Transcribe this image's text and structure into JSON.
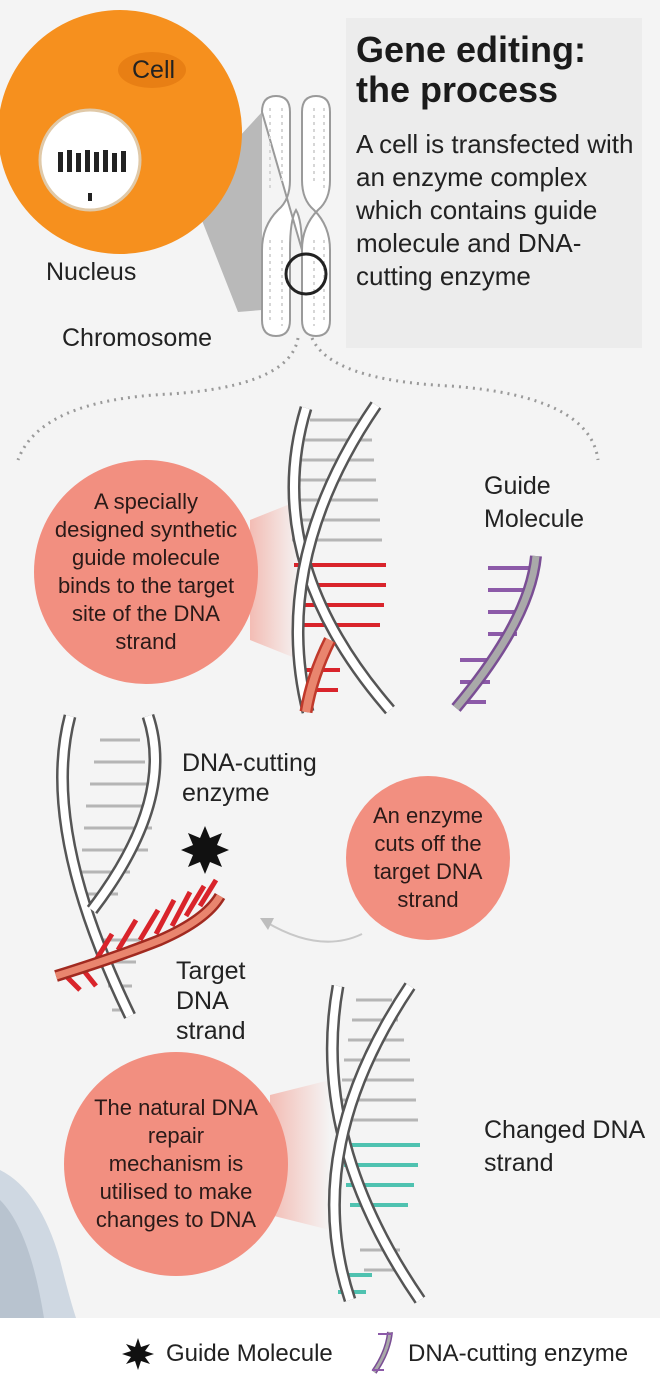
{
  "header": {
    "title": "Gene editing: the process",
    "description": "A cell is transfected with an enzyme complex which contains guide molecule and DNA-cutting enzyme"
  },
  "labels": {
    "cell": "Cell",
    "nucleus": "Nucleus",
    "chromosome": "Chromosome",
    "guide_molecule": "Guide Molecule",
    "dna_cutting_enzyme": "DNA-cutting enzyme",
    "target_dna_strand": "Target DNA strand",
    "changed_dna_strand": "Changed DNA strand"
  },
  "steps": [
    {
      "text": "A specially designed synthetic guide molecule binds to the target site of the DNA strand"
    },
    {
      "text": "An enzyme cuts off the target DNA strand"
    },
    {
      "text": "The natural DNA repair mechanism is utilised to make changes to DNA"
    }
  ],
  "legend": [
    {
      "icon": "star-burst-icon",
      "label": "Guide Molecule"
    },
    {
      "icon": "guide-strand-icon",
      "label": "DNA-cutting enzyme"
    }
  ],
  "colors": {
    "cell": "#f6901e",
    "bubble": "#f28f80",
    "target_red": "#d9242b",
    "guide_purple": "#8c5aa8",
    "repair_teal": "#4fc2b0"
  }
}
